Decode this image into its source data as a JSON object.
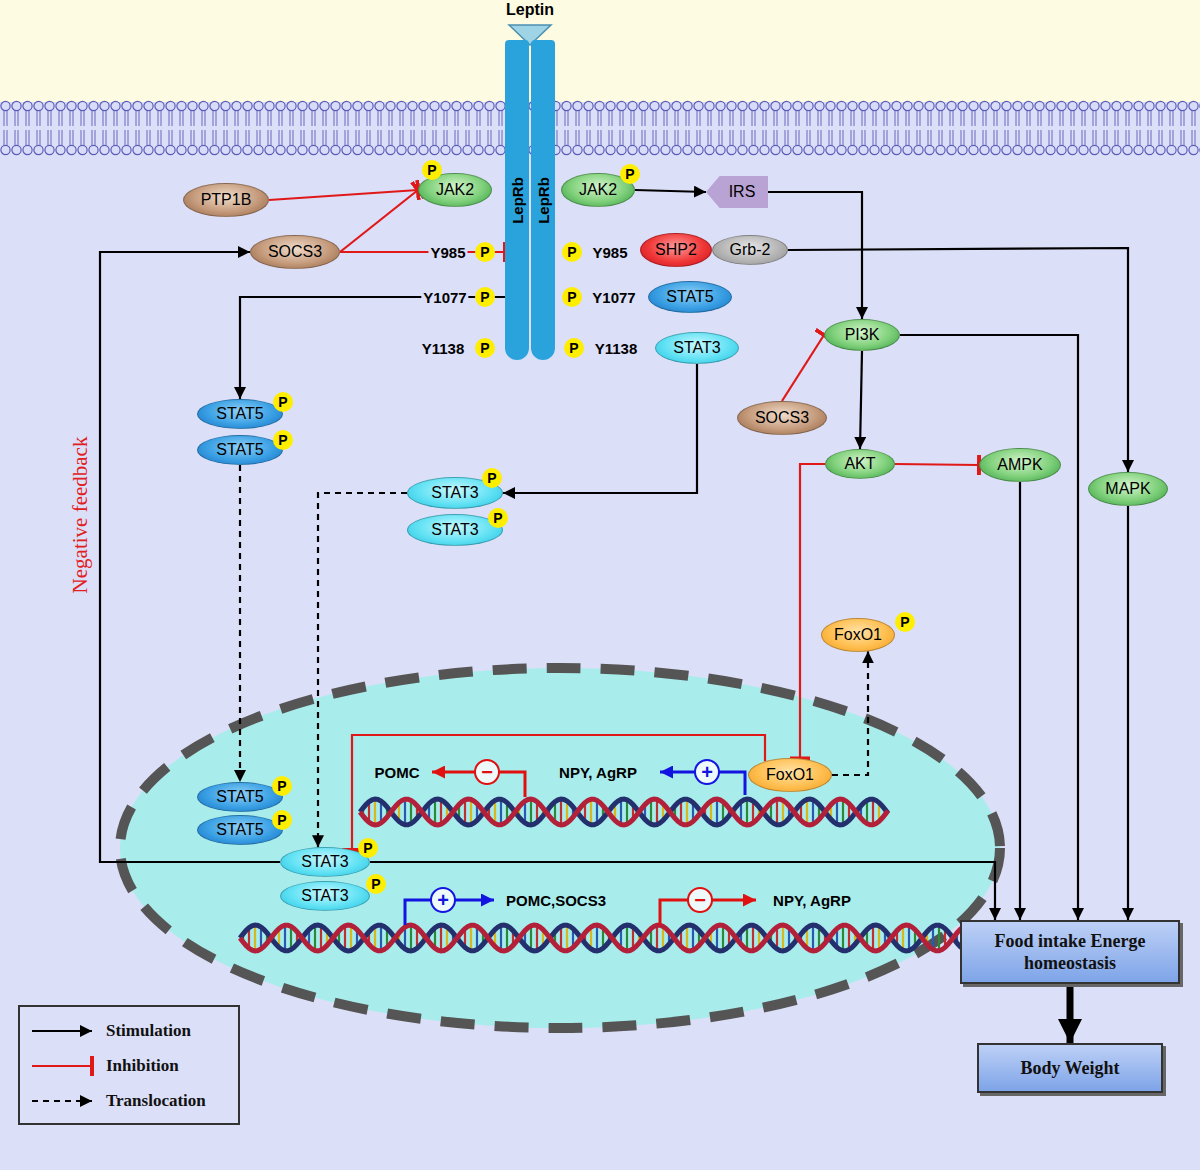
{
  "diagram": {
    "nodes": [
      {
        "text": [
          "Leptin"
        ]
      },
      {
        "text": [
          "LepRb"
        ]
      },
      {
        "text": [
          "LepRb"
        ]
      },
      {
        "text": [
          "PTP1B"
        ]
      },
      {
        "text": [
          "JAK2"
        ]
      },
      {
        "text": [
          "JAK2"
        ]
      },
      {
        "text": [
          "IRS"
        ]
      },
      {
        "text": [
          "SOCS3"
        ]
      },
      {
        "text": [
          "SHP2"
        ]
      },
      {
        "text": [
          "Grb-2"
        ]
      },
      {
        "text": [
          "STAT5"
        ]
      },
      {
        "text": [
          "STAT3"
        ]
      },
      {
        "text": [
          "PI3K"
        ]
      },
      {
        "text": [
          "SOCS3"
        ]
      },
      {
        "text": [
          "AKT"
        ]
      },
      {
        "text": [
          "AMPK"
        ]
      },
      {
        "text": [
          "MAPK"
        ]
      },
      {
        "text": [
          "STAT5"
        ]
      },
      {
        "text": [
          "STAT5"
        ]
      },
      {
        "text": [
          "STAT3"
        ]
      },
      {
        "text": [
          "STAT3"
        ]
      },
      {
        "text": [
          "FoxO1"
        ]
      },
      {
        "text": [
          "STAT5"
        ]
      },
      {
        "text": [
          "STAT5"
        ]
      },
      {
        "text": [
          "FoxO1"
        ]
      },
      {
        "text": [
          "STAT3"
        ]
      },
      {
        "text": [
          "STAT3"
        ]
      },
      {
        "text": [
          "Food intake Energe homeostasis"
        ]
      },
      {
        "text": [
          "Body Weight"
        ]
      }
    ],
    "edges": [
      {
        "from": 3,
        "to": 4,
        "arrow": "to"
      },
      {
        "from": 7,
        "to": 4,
        "arrow": "to"
      },
      {
        "from": 7,
        "to": 1,
        "arrow": "to"
      },
      {
        "from": 5,
        "to": 6,
        "arrow": "to"
      },
      {
        "from": 6,
        "to": 12,
        "arrow": "to"
      },
      {
        "from": 9,
        "to": 16,
        "arrow": "to"
      },
      {
        "from": 1,
        "to": 17,
        "arrow": "to"
      },
      {
        "from": 11,
        "to": 19,
        "arrow": "to"
      },
      {
        "from": 18,
        "to": 22,
        "arrow": "to"
      },
      {
        "from": 19,
        "to": 25,
        "arrow": "to"
      },
      {
        "from": 12,
        "to": 14,
        "arrow": "to"
      },
      {
        "from": 13,
        "to": 12,
        "arrow": "to"
      },
      {
        "from": 14,
        "to": 15,
        "arrow": "to"
      },
      {
        "from": 14,
        "to": 24,
        "arrow": "to"
      },
      {
        "from": 24,
        "to": 21,
        "arrow": "to"
      },
      {
        "from": 24,
        "to": 25,
        "arrow": "to"
      },
      {
        "from": 25,
        "to": 7,
        "arrow": "to"
      },
      {
        "from": 25,
        "to": 27,
        "arrow": "to"
      },
      {
        "from": 15,
        "to": 27,
        "arrow": "to"
      },
      {
        "from": 12,
        "to": 27,
        "arrow": "to"
      },
      {
        "from": 16,
        "to": 27,
        "arrow": "to"
      },
      {
        "from": 27,
        "to": 28,
        "arrow": "to"
      }
    ],
    "labels": [
      "Y985",
      "P",
      "P",
      "Y985",
      "Y1077",
      "P",
      "P",
      "Y1077",
      "Y1138",
      "P",
      "P",
      "Y1138",
      "P",
      "P",
      "P",
      "P",
      "P",
      "P",
      "P",
      "P",
      "P",
      "P",
      "P",
      "POMC",
      "−",
      "NPY, AgRP",
      "+",
      "+",
      "POMC,SOCS3",
      "−",
      "NPY, AgRP",
      "Negative feedback"
    ],
    "legend": [
      {
        "text": "Stimulation"
      },
      {
        "text": "Inhibition"
      },
      {
        "text": "Translocation"
      }
    ]
  }
}
